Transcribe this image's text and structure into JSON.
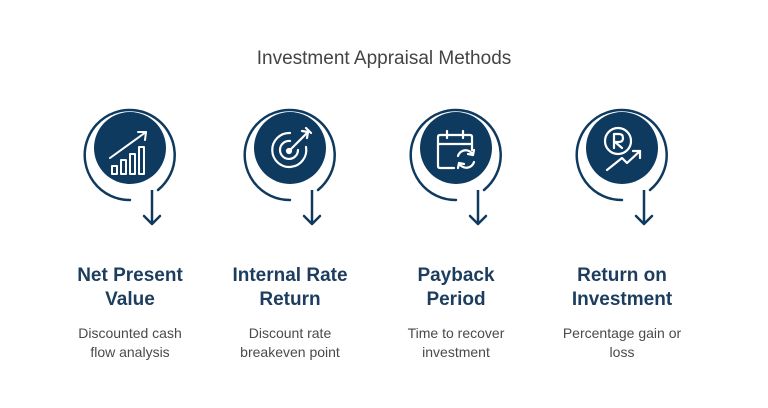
{
  "page": {
    "title": "Investment Appraisal Methods"
  },
  "methods": [
    {
      "icon": "bar-chart-growth-icon",
      "title_line1": "Net Present",
      "title_line2": "Value",
      "desc_line1": "Discounted cash",
      "desc_line2": "flow analysis"
    },
    {
      "icon": "target-arrow-icon",
      "title_line1": "Internal Rate",
      "title_line2": "Return",
      "desc_line1": "Discount rate",
      "desc_line2": "breakeven point"
    },
    {
      "icon": "calendar-refresh-icon",
      "title_line1": "Payback",
      "title_line2": "Period",
      "desc_line1": "Time to recover",
      "desc_line2": "investment"
    },
    {
      "icon": "rupee-growth-icon",
      "title_line1": "Return on",
      "title_line2": "Investment",
      "desc_line1": "Percentage gain or",
      "desc_line2": "loss"
    }
  ],
  "colors": {
    "circle": "#0f3a5f",
    "ring": "#0f3a5f",
    "title": "#1c3d5e",
    "text": "#4a4a4a",
    "heading": "#444444"
  }
}
